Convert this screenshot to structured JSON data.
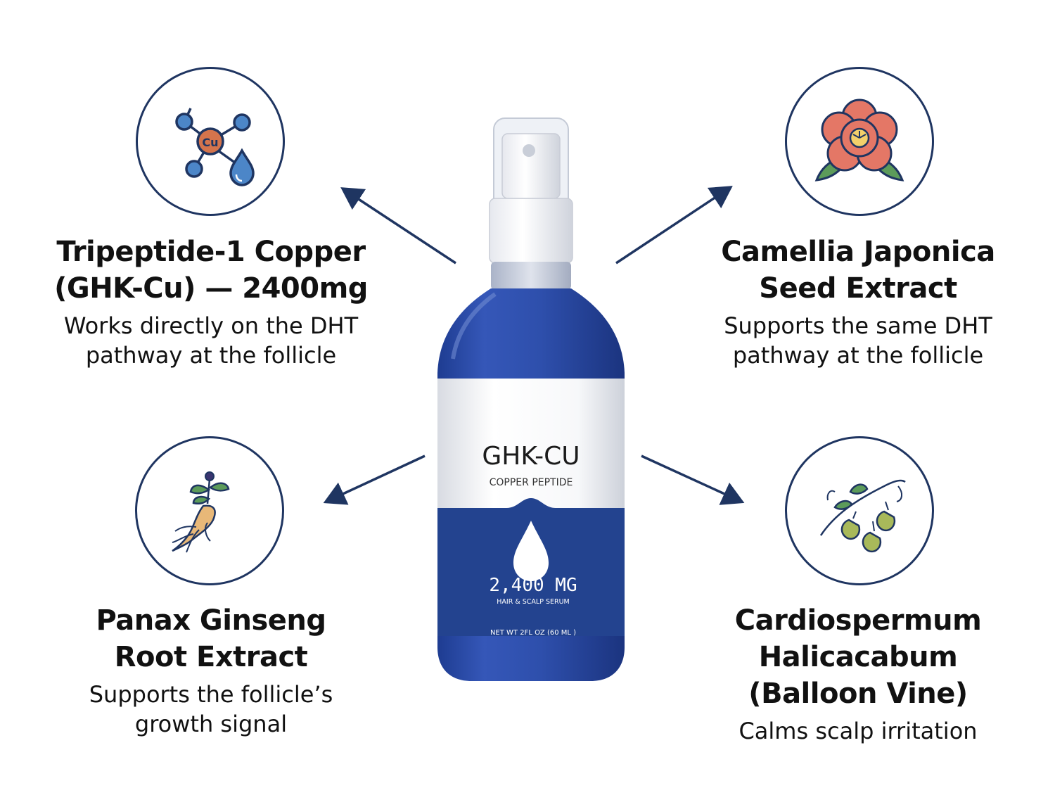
{
  "colors": {
    "navy": "#1f3561",
    "bottle_blue": "#2c4fa8",
    "label_band": "#23438f",
    "copper": "#d4744c",
    "water_blue": "#4c86c8",
    "camellia_red": "#e47766",
    "leaf_green": "#5c9b5a",
    "root_tan": "#e8b878",
    "pod_green": "#a8b95a"
  },
  "product": {
    "brand": "GHK-CU",
    "subtitle": "COPPER PEPTIDE",
    "strength": "2,400 MG",
    "type": "HAIR & SCALP SERUM",
    "net_weight": "NET WT 2FL OZ (60 ML )"
  },
  "ingredients": [
    {
      "icon": "copper-molecule-icon",
      "title_lines": [
        "Tripeptide-1 Copper",
        "(GHK-Cu) — 2400mg"
      ],
      "desc_lines": [
        "Works directly on the DHT",
        "pathway at the follicle"
      ],
      "icon_text": "Cu"
    },
    {
      "icon": "camellia-flower-icon",
      "title_lines": [
        "Camellia Japonica",
        "Seed Extract"
      ],
      "desc_lines": [
        "Supports the same DHT",
        "pathway at the follicle"
      ]
    },
    {
      "icon": "ginseng-root-icon",
      "title_lines": [
        "Panax Ginseng",
        "Root Extract"
      ],
      "desc_lines": [
        "Supports the follicle’s",
        "growth signal"
      ]
    },
    {
      "icon": "balloon-vine-icon",
      "title_lines": [
        "Cardiospermum",
        "Halicacabum",
        "(Balloon Vine)"
      ],
      "desc_lines": [
        "Calms scalp irritation"
      ]
    }
  ]
}
